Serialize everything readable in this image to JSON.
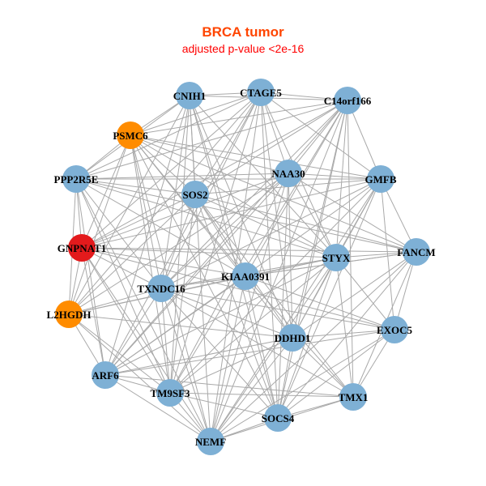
{
  "title": "BRCA tumor",
  "subtitle": "adjusted p-value <2e-16",
  "colors": {
    "default": "#7eb0d5",
    "orange": "#ff8c00",
    "red": "#e31a1c",
    "edge": "#a9a9a9"
  },
  "nodes": [
    {
      "label": "CNIH1",
      "color": "default"
    },
    {
      "label": "CTAGE5",
      "color": "default"
    },
    {
      "label": "C14orf166",
      "color": "default"
    },
    {
      "label": "PSMC6",
      "color": "orange"
    },
    {
      "label": "NAA30",
      "color": "default"
    },
    {
      "label": "GMFB",
      "color": "default"
    },
    {
      "label": "PPP2R5E",
      "color": "default"
    },
    {
      "label": "SOS2",
      "color": "default"
    },
    {
      "label": "GNPNAT1",
      "color": "red"
    },
    {
      "label": "STYX",
      "color": "default"
    },
    {
      "label": "FANCM",
      "color": "default"
    },
    {
      "label": "KIAA0391",
      "color": "default"
    },
    {
      "label": "TXNDC16",
      "color": "default"
    },
    {
      "label": "L2HGDH",
      "color": "orange"
    },
    {
      "label": "EXOC5",
      "color": "default"
    },
    {
      "label": "DDHD1",
      "color": "default"
    },
    {
      "label": "ARF6",
      "color": "default"
    },
    {
      "label": "TM9SF3",
      "color": "default"
    },
    {
      "label": "TMX1",
      "color": "default"
    },
    {
      "label": "SOCS4",
      "color": "default"
    },
    {
      "label": "NEMF",
      "color": "default"
    }
  ],
  "edges": [
    [
      0,
      1
    ],
    [
      0,
      2
    ],
    [
      0,
      3
    ],
    [
      0,
      6
    ],
    [
      0,
      7
    ],
    [
      0,
      9
    ],
    [
      0,
      11
    ],
    [
      0,
      12
    ],
    [
      0,
      15
    ],
    [
      0,
      17
    ],
    [
      0,
      19
    ],
    [
      0,
      20
    ],
    [
      0,
      13
    ],
    [
      0,
      16
    ],
    [
      1,
      2
    ],
    [
      1,
      3
    ],
    [
      1,
      4
    ],
    [
      1,
      5
    ],
    [
      1,
      6
    ],
    [
      1,
      7
    ],
    [
      1,
      8
    ],
    [
      1,
      9
    ],
    [
      1,
      12
    ],
    [
      1,
      15
    ],
    [
      1,
      16
    ],
    [
      1,
      17
    ],
    [
      1,
      19
    ],
    [
      1,
      20
    ],
    [
      1,
      13
    ],
    [
      2,
      3
    ],
    [
      2,
      4
    ],
    [
      2,
      5
    ],
    [
      2,
      6
    ],
    [
      2,
      7
    ],
    [
      2,
      9
    ],
    [
      2,
      11
    ],
    [
      2,
      12
    ],
    [
      2,
      15
    ],
    [
      2,
      16
    ],
    [
      2,
      17
    ],
    [
      2,
      18
    ],
    [
      2,
      19
    ],
    [
      2,
      20
    ],
    [
      2,
      8
    ],
    [
      3,
      4
    ],
    [
      3,
      6
    ],
    [
      3,
      7
    ],
    [
      3,
      8
    ],
    [
      3,
      9
    ],
    [
      3,
      10
    ],
    [
      3,
      11
    ],
    [
      3,
      12
    ],
    [
      3,
      13
    ],
    [
      3,
      15
    ],
    [
      3,
      17
    ],
    [
      3,
      19
    ],
    [
      3,
      20
    ],
    [
      3,
      5
    ],
    [
      4,
      5
    ],
    [
      4,
      6
    ],
    [
      4,
      8
    ],
    [
      4,
      9
    ],
    [
      4,
      10
    ],
    [
      4,
      12
    ],
    [
      4,
      13
    ],
    [
      4,
      15
    ],
    [
      4,
      16
    ],
    [
      4,
      17
    ],
    [
      4,
      19
    ],
    [
      4,
      20
    ],
    [
      5,
      6
    ],
    [
      5,
      7
    ],
    [
      5,
      9
    ],
    [
      5,
      10
    ],
    [
      5,
      12
    ],
    [
      5,
      14
    ],
    [
      5,
      15
    ],
    [
      5,
      16
    ],
    [
      5,
      17
    ],
    [
      5,
      19
    ],
    [
      5,
      20
    ],
    [
      5,
      8
    ],
    [
      6,
      7
    ],
    [
      6,
      8
    ],
    [
      6,
      9
    ],
    [
      6,
      11
    ],
    [
      6,
      12
    ],
    [
      6,
      13
    ],
    [
      6,
      16
    ],
    [
      6,
      17
    ],
    [
      6,
      20
    ],
    [
      6,
      10
    ],
    [
      7,
      8
    ],
    [
      7,
      9
    ],
    [
      7,
      10
    ],
    [
      7,
      11
    ],
    [
      7,
      12
    ],
    [
      7,
      15
    ],
    [
      7,
      17
    ],
    [
      7,
      18
    ],
    [
      7,
      19
    ],
    [
      7,
      13
    ],
    [
      8,
      9
    ],
    [
      8,
      11
    ],
    [
      8,
      12
    ],
    [
      8,
      13
    ],
    [
      8,
      14
    ],
    [
      8,
      16
    ],
    [
      8,
      17
    ],
    [
      8,
      20
    ],
    [
      8,
      10
    ],
    [
      9,
      10
    ],
    [
      9,
      11
    ],
    [
      9,
      12
    ],
    [
      9,
      13
    ],
    [
      9,
      14
    ],
    [
      9,
      15
    ],
    [
      9,
      16
    ],
    [
      9,
      17
    ],
    [
      9,
      18
    ],
    [
      9,
      19
    ],
    [
      9,
      20
    ],
    [
      10,
      11
    ],
    [
      10,
      12
    ],
    [
      10,
      14
    ],
    [
      10,
      15
    ],
    [
      10,
      18
    ],
    [
      10,
      19
    ],
    [
      10,
      20
    ],
    [
      11,
      12
    ],
    [
      11,
      13
    ],
    [
      11,
      14
    ],
    [
      11,
      16
    ],
    [
      11,
      18
    ],
    [
      11,
      19
    ],
    [
      11,
      20
    ],
    [
      12,
      13
    ],
    [
      12,
      14
    ],
    [
      12,
      15
    ],
    [
      12,
      16
    ],
    [
      12,
      17
    ],
    [
      12,
      18
    ],
    [
      12,
      19
    ],
    [
      12,
      20
    ],
    [
      13,
      16
    ],
    [
      13,
      17
    ],
    [
      13,
      20
    ],
    [
      13,
      15
    ],
    [
      14,
      15
    ],
    [
      14,
      18
    ],
    [
      14,
      19
    ],
    [
      14,
      20
    ],
    [
      14,
      16
    ],
    [
      15,
      16
    ],
    [
      15,
      17
    ],
    [
      15,
      18
    ],
    [
      15,
      19
    ],
    [
      15,
      20
    ],
    [
      16,
      17
    ],
    [
      16,
      20
    ],
    [
      16,
      18
    ],
    [
      17,
      18
    ],
    [
      17,
      19
    ],
    [
      17,
      20
    ],
    [
      18,
      19
    ],
    [
      18,
      20
    ],
    [
      19,
      20
    ]
  ]
}
